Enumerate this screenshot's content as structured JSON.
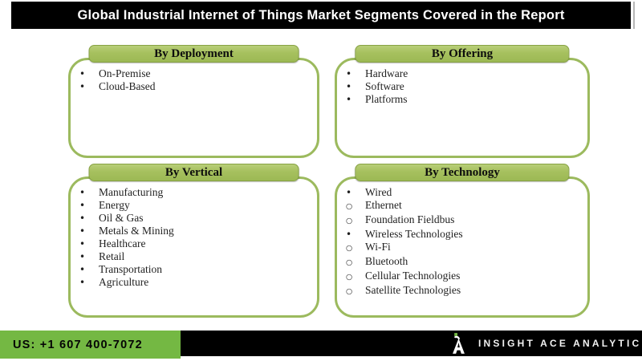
{
  "title": "Global Industrial Internet of Things Market Segments Covered in the Report",
  "segments": {
    "bullet_level1": "•",
    "bullet_level2": "○",
    "boxes": [
      {
        "id": "deployment",
        "header": "By Deployment",
        "items": [
          {
            "label": "On-Premise",
            "level": 1
          },
          {
            "label": "Cloud-Based",
            "level": 1
          }
        ]
      },
      {
        "id": "offering",
        "header": "By Offering",
        "items": [
          {
            "label": "Hardware",
            "level": 1
          },
          {
            "label": "Software",
            "level": 1
          },
          {
            "label": "Platforms",
            "level": 1
          }
        ]
      },
      {
        "id": "vertical",
        "header": "By Vertical",
        "items": [
          {
            "label": "Manufacturing",
            "level": 1
          },
          {
            "label": "Energy",
            "level": 1
          },
          {
            "label": "Oil & Gas",
            "level": 1
          },
          {
            "label": "Metals & Mining",
            "level": 1
          },
          {
            "label": "Healthcare",
            "level": 1
          },
          {
            "label": "Retail",
            "level": 1
          },
          {
            "label": "Transportation",
            "level": 1
          },
          {
            "label": "Agriculture",
            "level": 1
          }
        ]
      },
      {
        "id": "technology",
        "header": "By Technology",
        "items": [
          {
            "label": "Wired",
            "level": 1
          },
          {
            "label": "Ethernet",
            "level": 2
          },
          {
            "label": "Foundation Fieldbus",
            "level": 2
          },
          {
            "label": "Wireless Technologies",
            "level": 1
          },
          {
            "label": "Wi-Fi",
            "level": 2
          },
          {
            "label": "Bluetooth",
            "level": 2
          },
          {
            "label": "Cellular Technologies",
            "level": 2
          },
          {
            "label": "Satellite Technologies",
            "level": 2
          }
        ]
      }
    ]
  },
  "footer": {
    "phone": "US: +1 607 400-7072",
    "brand": "INSIGHT ACE ANALYTIC",
    "logo_icon": "insight-ace-logo"
  },
  "colors": {
    "accent_green_border": "#9cba5e",
    "header_green": "#a6c05e",
    "footer_green": "#74b843",
    "bar_black": "#000000"
  }
}
